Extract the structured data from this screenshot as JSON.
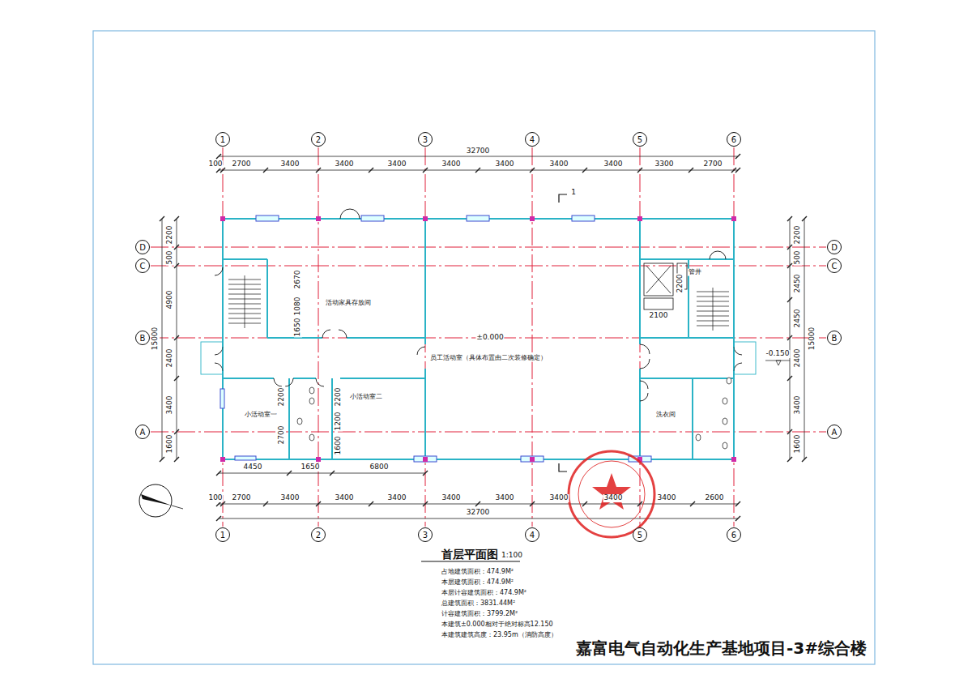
{
  "diagram": {
    "title": "嘉富电气自动化生产基地项目-3#综合楼",
    "caption": "首层平面图",
    "labels": [
      "1",
      "2",
      "3",
      "4",
      "5",
      "6",
      "32700",
      "100",
      "2700",
      "3400",
      "3400",
      "3400",
      "3400",
      "3400",
      "3400",
      "3400",
      "3300",
      "2700",
      "2200",
      "500",
      "4900",
      "2400",
      "3400",
      "1600",
      "15000",
      "D",
      "C",
      "B",
      "A",
      "2200",
      "500",
      "2450",
      "2450",
      "2400",
      "3400",
      "1600",
      "15000",
      "D",
      "C",
      "B",
      "A",
      "4450",
      "1650",
      "6800",
      "100",
      "2700",
      "3400",
      "3400",
      "3400",
      "3400",
      "3400",
      "3400",
      "3400",
      "3400",
      "2600",
      "32700",
      "1",
      "2",
      "3",
      "4",
      "5",
      "6",
      "2670",
      "1080",
      "1650",
      "2200",
      "2700",
      "2200",
      "1200",
      "1600",
      "2200",
      "2100",
      "管井",
      "±0.000",
      "-0.150",
      "1",
      "活动家具存放间",
      "员工活动室（具体布置由二次装修确定）",
      "小活动室一",
      "小活动室二",
      "洗衣间",
      "1:100",
      "占地建筑面积：474.9M²",
      "本层建筑面积：474.9M²",
      "本层计容建筑面积：474.9M²",
      "总建筑面积：3831.44M²",
      "计容建筑面积：3799.2M²",
      "本建筑±0.000相对于绝对标高12.150",
      "本建筑建筑高度：23.95m（消防高度）"
    ]
  }
}
